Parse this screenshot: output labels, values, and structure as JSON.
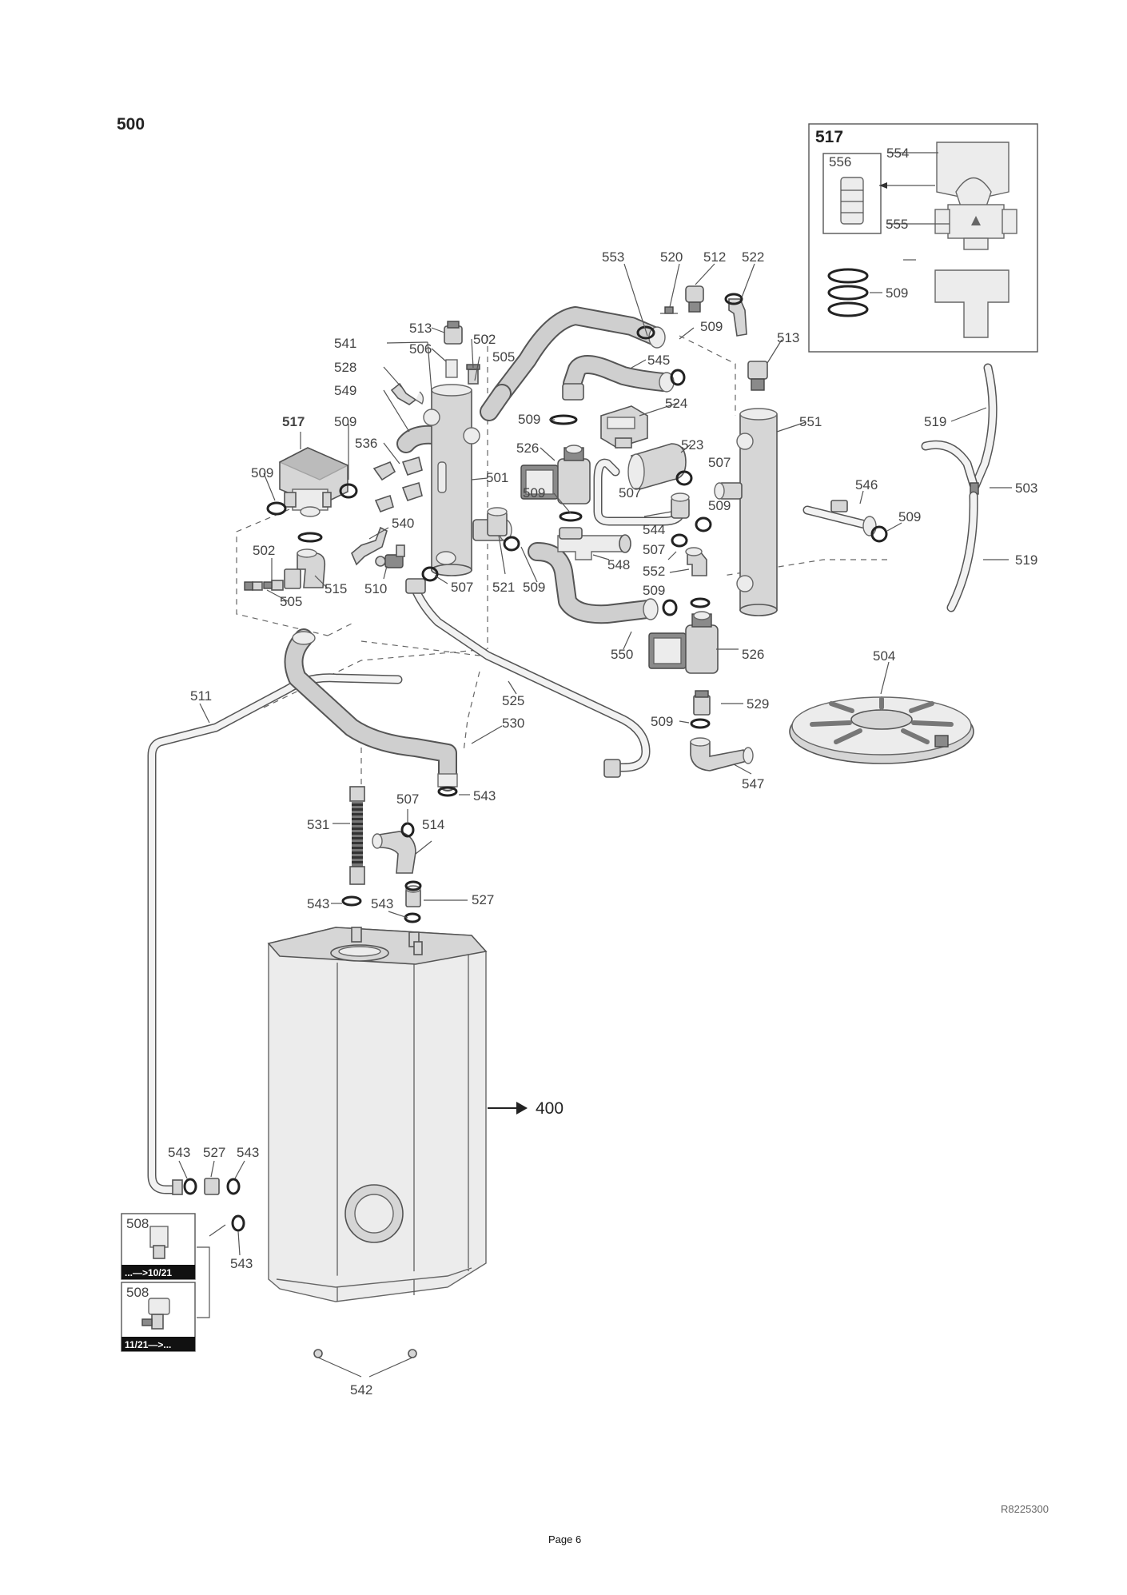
{
  "group_title": "500",
  "inset_title": "517",
  "arrow_target": "400",
  "reference_code": "R8225300",
  "page_label": "Page 6",
  "version_badges": {
    "before": "...—>10/21",
    "after": "11/21—>..."
  },
  "callouts": {
    "c500_517": "517",
    "c554": "554",
    "c556": "556",
    "c555": "555",
    "c509_inset": "509",
    "c553": "553",
    "c520": "520",
    "c512": "512",
    "c522": "522",
    "c509_a": "509",
    "c513_right": "513",
    "c545": "545",
    "c524": "524",
    "c551": "551",
    "c519_top": "519",
    "c503": "503",
    "c519_bottom": "519",
    "c513_top": "513",
    "c502_top": "502",
    "c506": "506",
    "c505_top": "505",
    "c541": "541",
    "c528": "528",
    "c549": "549",
    "c517_main": "517",
    "c509_b": "509",
    "c536": "536",
    "c509_c": "509",
    "c526_top": "526",
    "c523": "523",
    "c507_a": "507",
    "c507_b": "507",
    "c501": "501",
    "c509_d": "509",
    "c509_e": "509",
    "c509_f": "509",
    "c544": "544",
    "c546": "546",
    "c509_g": "509",
    "c540": "540",
    "c548": "548",
    "c507_c": "507",
    "c552": "552",
    "c502_left": "502",
    "c515": "515",
    "c510": "510",
    "c507_d": "507",
    "c521": "521",
    "c509_h": "509",
    "c509_i": "509",
    "c505_left": "505",
    "c550": "550",
    "c526_bottom": "526",
    "c504": "504",
    "c511": "511",
    "c525": "525",
    "c529": "529",
    "c530": "530",
    "c509_j": "509",
    "c547": "547",
    "c507_e": "507",
    "c543_a": "543",
    "c531": "531",
    "c514": "514",
    "c527_a": "527",
    "c543_b": "543",
    "c543_c": "543",
    "c543_d": "543",
    "c527_b": "527",
    "c543_e": "543",
    "c543_f": "543",
    "c508_a": "508",
    "c508_b": "508",
    "c542": "542"
  }
}
